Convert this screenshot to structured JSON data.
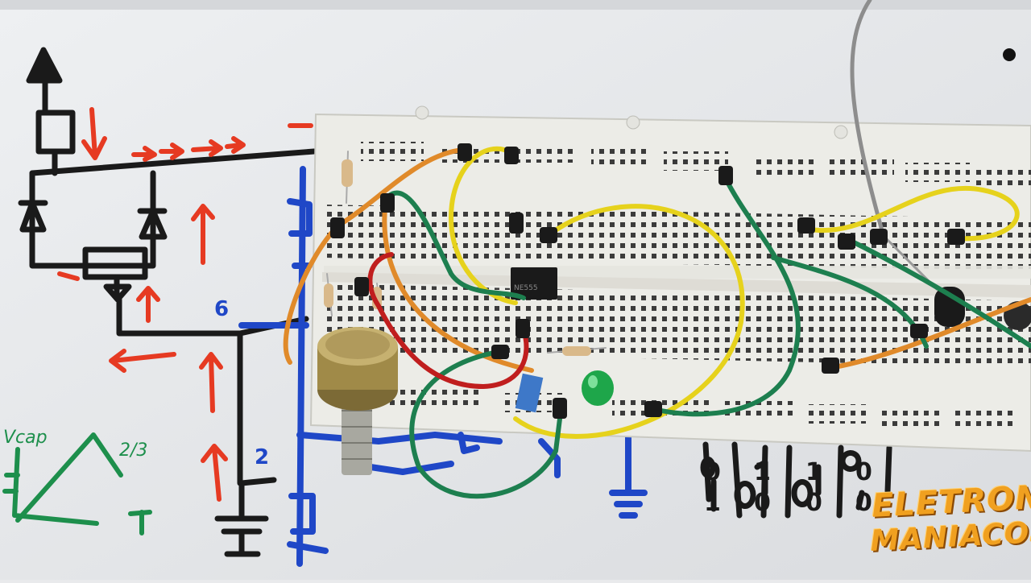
{
  "scene": {
    "description_free": true,
    "board_colors": {
      "whiteboard": "#eceef0",
      "breadboard": "#eeeeea",
      "ink_black": "#1a1a1a",
      "ink_red": "#e63a22",
      "ink_blue": "#1f47c7",
      "ink_green": "#1d8f4c",
      "wire_yellow": "#e6d21c",
      "wire_orange": "#e08a2a",
      "wire_green": "#1d7f4f",
      "wire_red": "#c01e1e",
      "logo_orange": "#f0a020"
    },
    "handwriting": {
      "vcap": "Vcap",
      "two_thirds": "2/3",
      "one_third": "1",
      "node_6": "6",
      "node_2": "2"
    },
    "truth_table_digits": [
      "0",
      "1",
      "0",
      "1",
      "0",
      "1",
      "0",
      "0"
    ]
  },
  "logo": {
    "line1": "ELETRON",
    "line2": "MANIACOS"
  }
}
